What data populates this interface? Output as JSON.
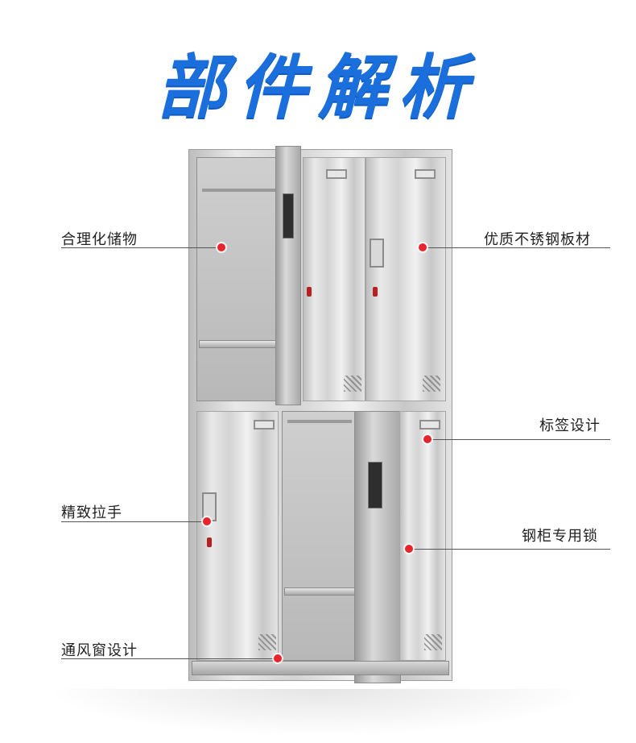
{
  "title": "部件解析",
  "colors": {
    "title": "#1a6fdc",
    "marker": "#e8242c",
    "line": "#555555"
  },
  "callouts": {
    "storage": "合理化储物",
    "material": "优质不锈钢板材",
    "label_design": "标签设计",
    "handle": "精致拉手",
    "lock": "钢柜专用锁",
    "vent": "通风窗设计"
  }
}
